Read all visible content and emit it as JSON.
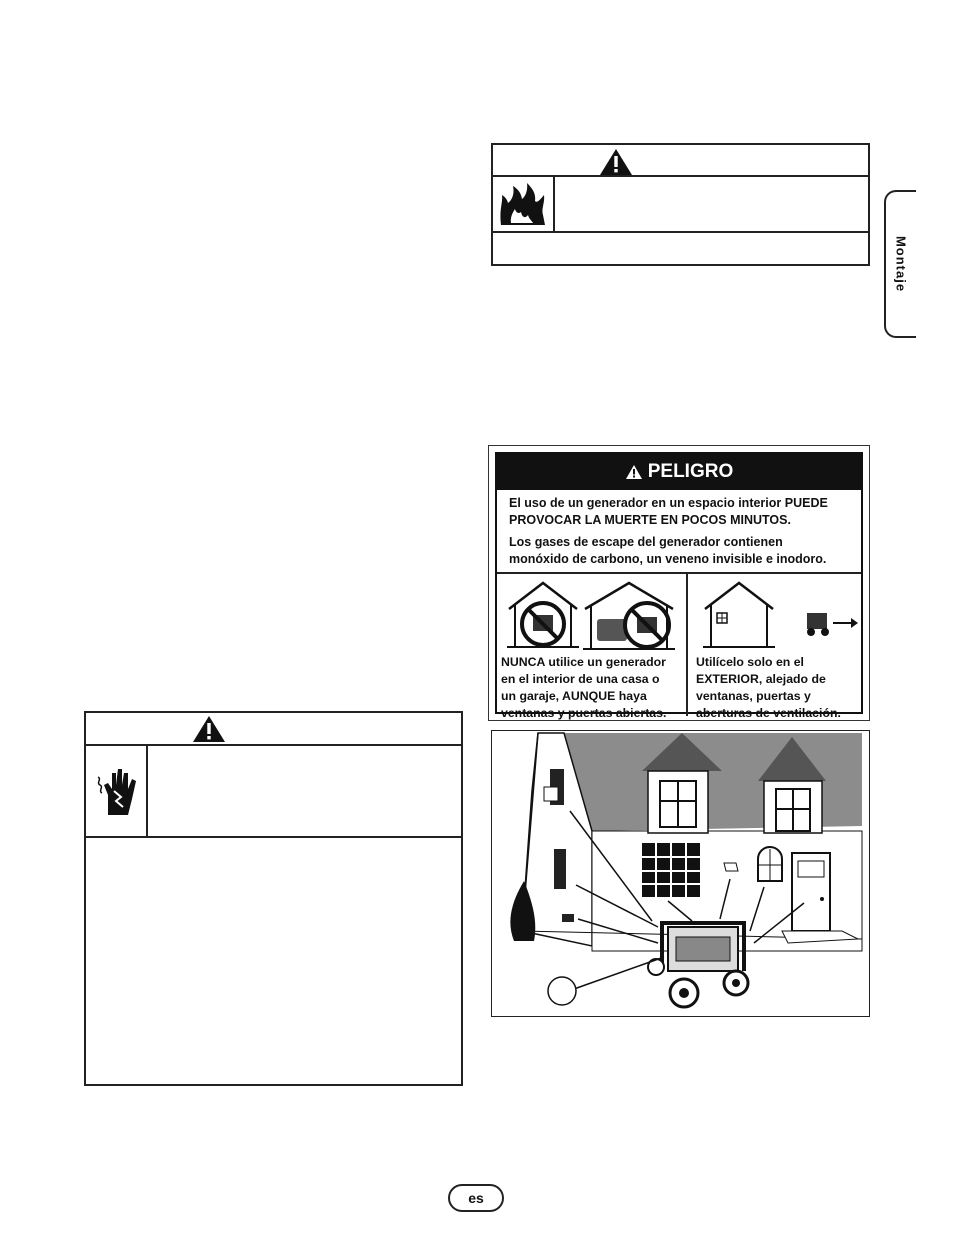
{
  "side_tab": {
    "label": "Montaje"
  },
  "danger_sign": {
    "title": "PELIGRO",
    "line1": "El uso de un generador en un espacio interior PUEDE",
    "line2": "PROVOCAR LA MUERTE EN POCOS MINUTOS.",
    "line3": "Los gases de escape del generador contienen",
    "line4": "monóxido de carbono, un veneno invisible e inodoro.",
    "left_panel": [
      "NUNCA utilice un generador",
      "en el interior de una casa o",
      "un garaje, AUNQUE haya",
      "ventanas y puertas abiertas."
    ],
    "right_panel": [
      "Utilícelo solo en el",
      "EXTERIOR, alejado de",
      "ventanas, puertas y",
      "aberturas de ventilación."
    ]
  },
  "page_number": "es"
}
